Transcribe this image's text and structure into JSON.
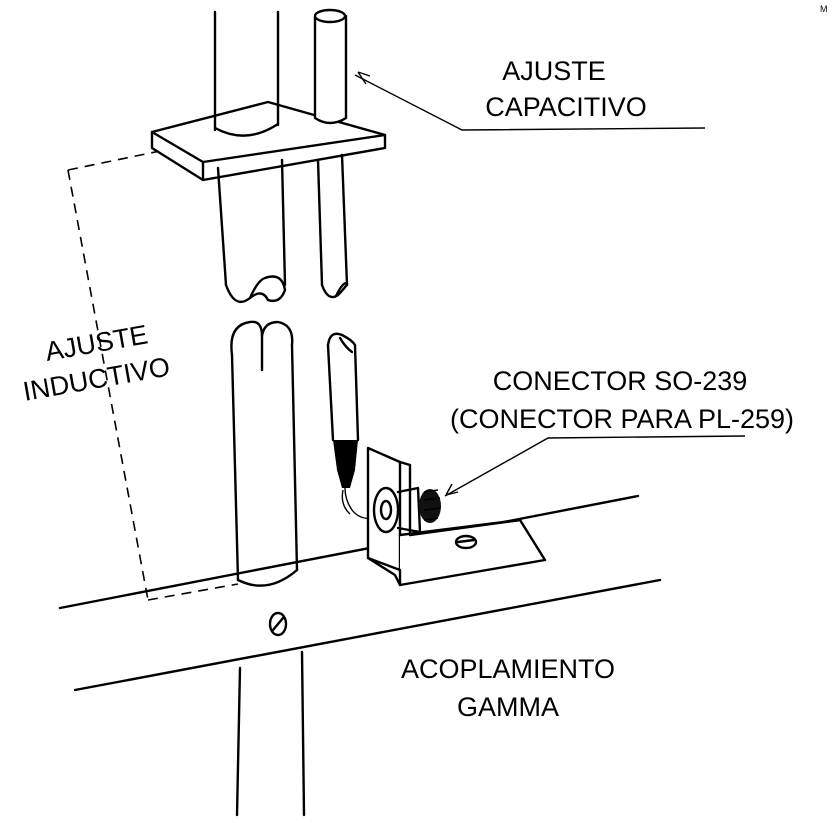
{
  "labels": {
    "capacitive_line1": "AJUSTE",
    "capacitive_line2": "CAPACITIVO",
    "inductive_line1": "AJUSTE",
    "inductive_line2": "INDUCTIVO",
    "connector_line1": "CONECTOR SO-239",
    "connector_line2": "(CONECTOR PARA PL-259)",
    "gamma_line1": "ACOPLAMIENTO",
    "gamma_line2": "GAMMA",
    "corner_mark": "M"
  }
}
